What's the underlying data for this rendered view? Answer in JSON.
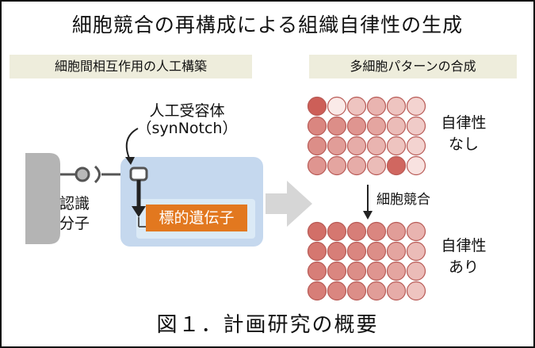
{
  "title": "細胞競合の再構成による組織自律性の生成",
  "tags": {
    "left": "細胞間相互作用の人工構築",
    "right": "多細胞パターンの合成"
  },
  "receptor": {
    "label": "人工受容体",
    "sublabel": "（synNotch）"
  },
  "recognition": {
    "line1": "認識",
    "line2": "分子"
  },
  "target_gene": "標的遺伝子",
  "competition_label": "細胞競合",
  "conditions": {
    "without": {
      "line1": "自律性",
      "line2": "なし"
    },
    "with": {
      "line1": "自律性",
      "line2": "あり"
    }
  },
  "caption": "図１．計画研究の概要",
  "colors": {
    "tag_bg": "#eeeddc",
    "cell_body": "#c5d8ee",
    "cell_nucleus": "#dbeaf6",
    "target_gene": "#e2781f",
    "arrow_gray": "#d6d6d6",
    "neighbor_cell": "#b4b4b4"
  },
  "grids": {
    "top": [
      [
        0.9,
        0.0,
        0.25,
        0.35,
        0.25,
        0.15
      ],
      [
        0.65,
        0.6,
        0.55,
        0.45,
        0.3,
        0.2
      ],
      [
        0.6,
        0.5,
        0.4,
        0.35,
        0.25,
        0.15
      ],
      [
        0.55,
        0.45,
        0.4,
        0.3,
        0.85,
        0.05
      ]
    ],
    "bottom": [
      [
        0.8,
        0.75,
        0.7,
        0.65,
        0.5,
        0.35
      ],
      [
        0.75,
        0.7,
        0.65,
        0.6,
        0.45,
        0.3
      ],
      [
        0.7,
        0.65,
        0.6,
        0.55,
        0.45,
        0.3
      ],
      [
        0.7,
        0.65,
        0.6,
        0.5,
        0.4,
        0.25
      ]
    ]
  }
}
